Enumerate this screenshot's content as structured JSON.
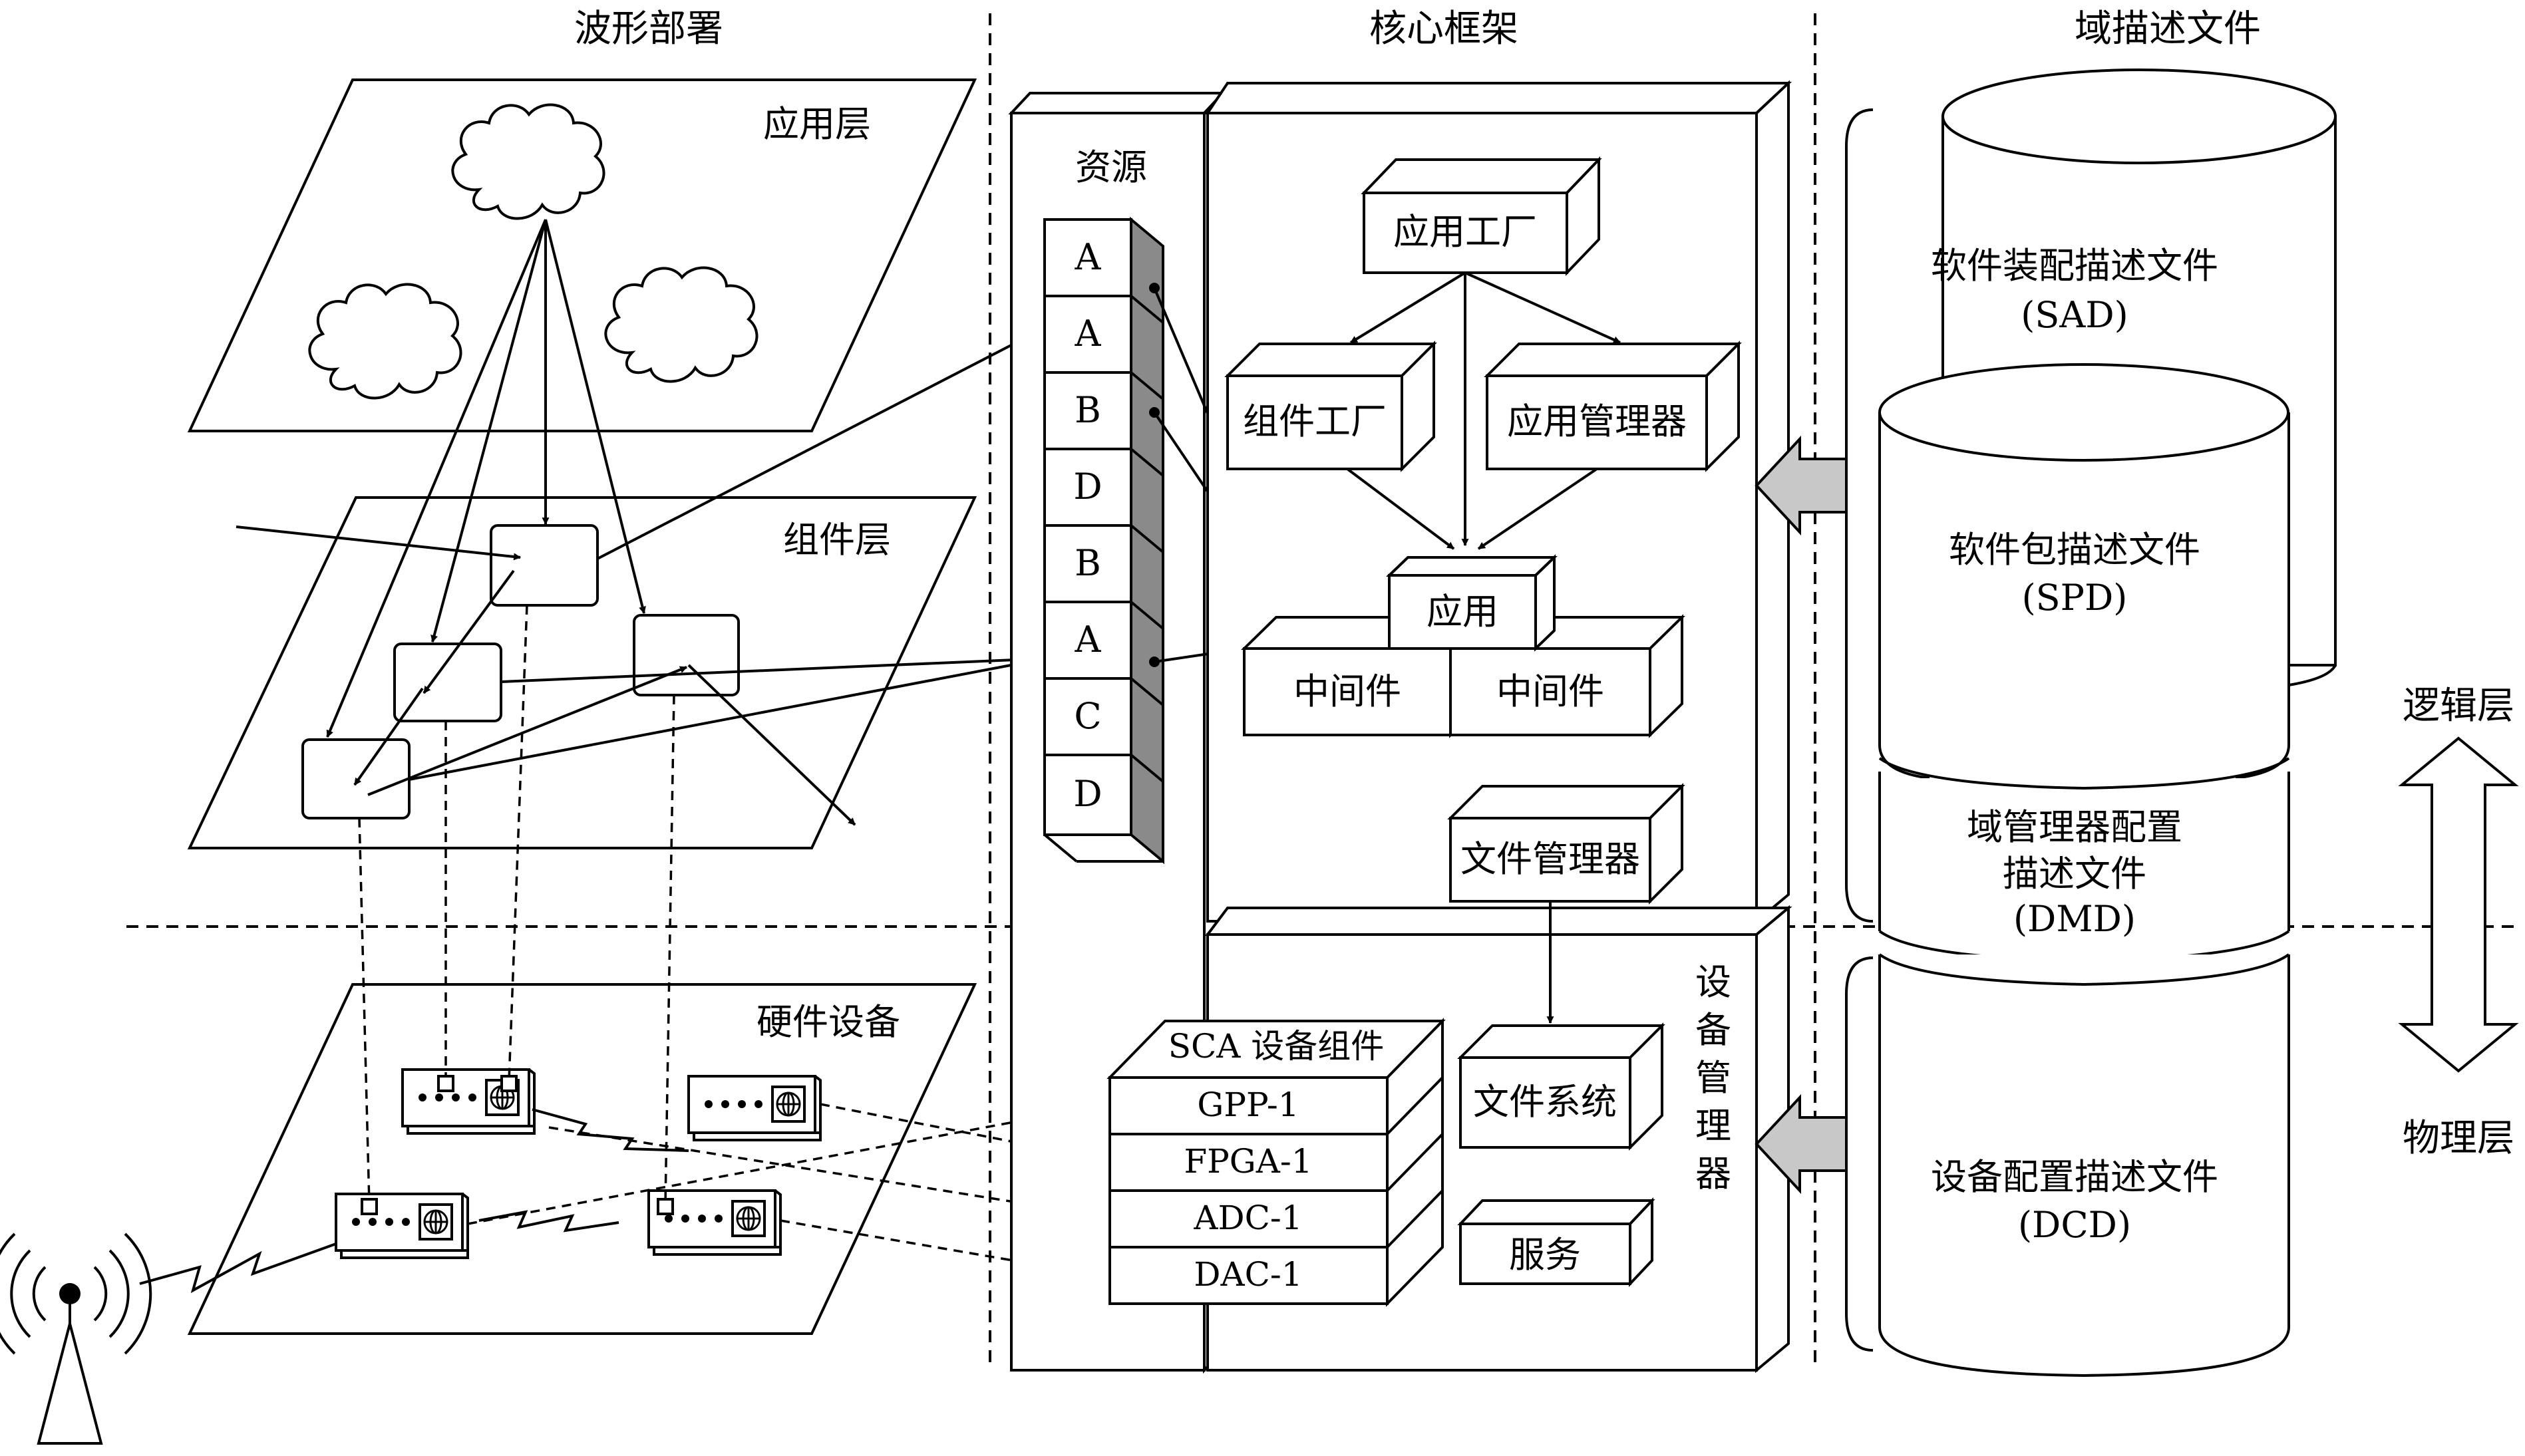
{
  "sections": {
    "waveform": "波形部署",
    "core": "核心框架",
    "domain": "域描述文件"
  },
  "waveform": {
    "app_layer": "应用层",
    "component_layer": "组件层",
    "hardware_layer": "硬件设备"
  },
  "resources": {
    "title": "资源",
    "items": [
      "A",
      "A",
      "B",
      "D",
      "B",
      "A",
      "C",
      "D"
    ]
  },
  "core": {
    "app_factory": "应用工厂",
    "component_factory": "组件工厂",
    "app_manager": "应用管理器",
    "application": "应用",
    "middleware_left": "中间件",
    "middleware_right": "中间件",
    "file_manager": "文件管理器",
    "sca_device_title": "SCA 设备组件",
    "devices": [
      "GPP-1",
      "FPGA-1",
      "ADC-1",
      "DAC-1"
    ],
    "file_system": "文件系统",
    "service": "服务",
    "device_manager_chars": [
      "设",
      "备",
      "管",
      "理",
      "器"
    ]
  },
  "domain_files": {
    "sad_name": "软件装配描述文件",
    "sad_abbr": "(SAD)",
    "spd_name": "软件包描述文件",
    "spd_abbr": "(SPD)",
    "dmd_line1": "域管理器配置",
    "dmd_line2": "描述文件",
    "dmd_abbr": "(DMD)",
    "dcd_name": "设备配置描述文件",
    "dcd_abbr": "(DCD)"
  },
  "layers": {
    "logical": "逻辑层",
    "physical": "物理层"
  }
}
